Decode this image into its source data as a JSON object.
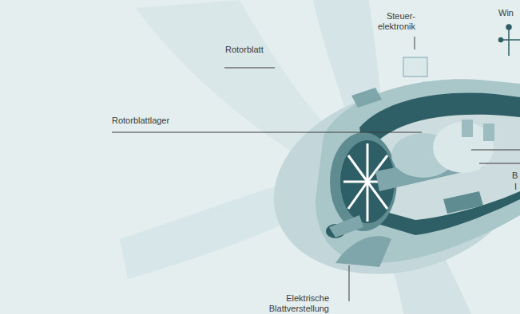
{
  "diagram": {
    "labels": [
      "Rotorblatt",
      "Steuer- elektronik",
      "Win",
      "Rotorblattlager",
      "Elektrische Blattverstellung",
      "B",
      "I"
    ]
  }
}
